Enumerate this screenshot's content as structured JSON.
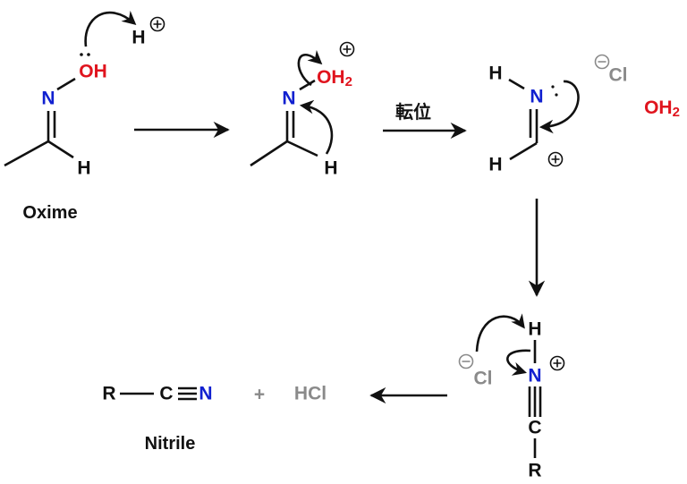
{
  "labels": {
    "oxime": "Oxime",
    "nitrile": "Nitrile",
    "rearrangement": "転位",
    "plus": "+"
  },
  "atoms": {
    "N": "N",
    "OH": "OH",
    "O": "O",
    "H": "H",
    "H2": "H",
    "sub2": "2",
    "C": "C",
    "R": "R",
    "Cl": "Cl",
    "HCl": "HCl"
  },
  "colors": {
    "nitrogen": "#1020d0",
    "oxygen": "#e0141e",
    "chloride": "#8a8a8a",
    "bond": "#111111"
  }
}
